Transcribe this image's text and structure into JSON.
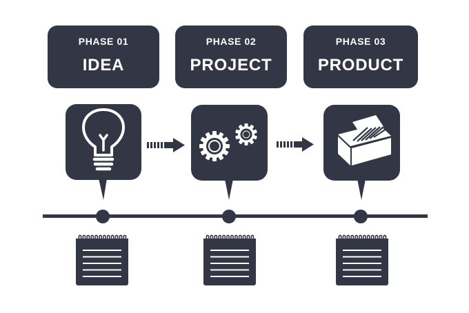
{
  "phases": [
    {
      "number": "PHASE 01",
      "name": "IDEA",
      "icon": "lightbulb-icon"
    },
    {
      "number": "PHASE 02",
      "name": "PROJECT",
      "icon": "gears-icon"
    },
    {
      "number": "PHASE 03",
      "name": "PRODUCT",
      "icon": "box-icon"
    }
  ],
  "colors": {
    "dark": "#333745",
    "background": "#ffffff"
  }
}
